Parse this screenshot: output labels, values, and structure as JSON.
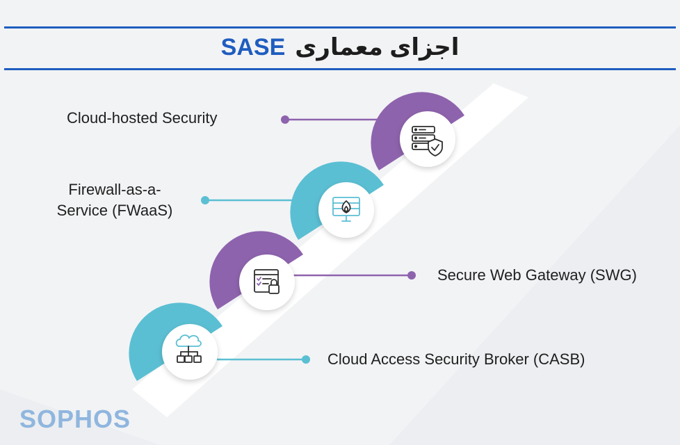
{
  "header": {
    "title_fa": "اجزای معماری",
    "title_en": "SASE"
  },
  "components": [
    {
      "label": "Cloud-hosted Security",
      "icon": "server-shield-icon",
      "color": "#8e63ad"
    },
    {
      "label": "Firewall-as-a-Service (FWaaS)",
      "icon": "firewall-monitor-icon",
      "color": "#5bbfd3"
    },
    {
      "label": "Secure Web Gateway (SWG)",
      "icon": "browser-lock-icon",
      "color": "#8e63ad"
    },
    {
      "label": "Cloud Access Security Broker (CASB)",
      "icon": "cloud-network-icon",
      "color": "#5bbfd3"
    }
  ],
  "brand": {
    "logo_text": "SOPHOS"
  },
  "colors": {
    "accent_blue": "#1f5dbf",
    "purple": "#8e63ad",
    "teal": "#5bbfd3",
    "logo": "#8fb6de"
  }
}
